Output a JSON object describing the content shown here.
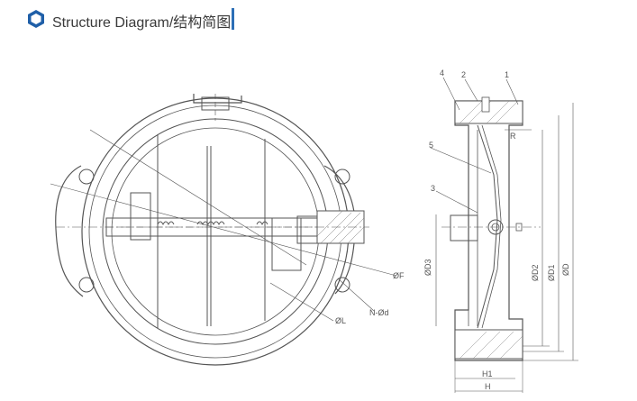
{
  "header": {
    "title": "Structure Diagram/结构简图",
    "icon": "hexagon-icon",
    "accent_color": "#2d6fb6"
  },
  "front_view": {
    "labels": {
      "f": "ØF",
      "nd": "N-Ød",
      "l": "ØL"
    }
  },
  "side_view": {
    "part_numbers": [
      "4",
      "2",
      "1",
      "5",
      "3"
    ],
    "labels": {
      "r": "R",
      "d3": "ØD3",
      "d2": "ØD2",
      "d1": "ØD1",
      "d": "ØD",
      "h1": "H1",
      "h": "H"
    }
  }
}
